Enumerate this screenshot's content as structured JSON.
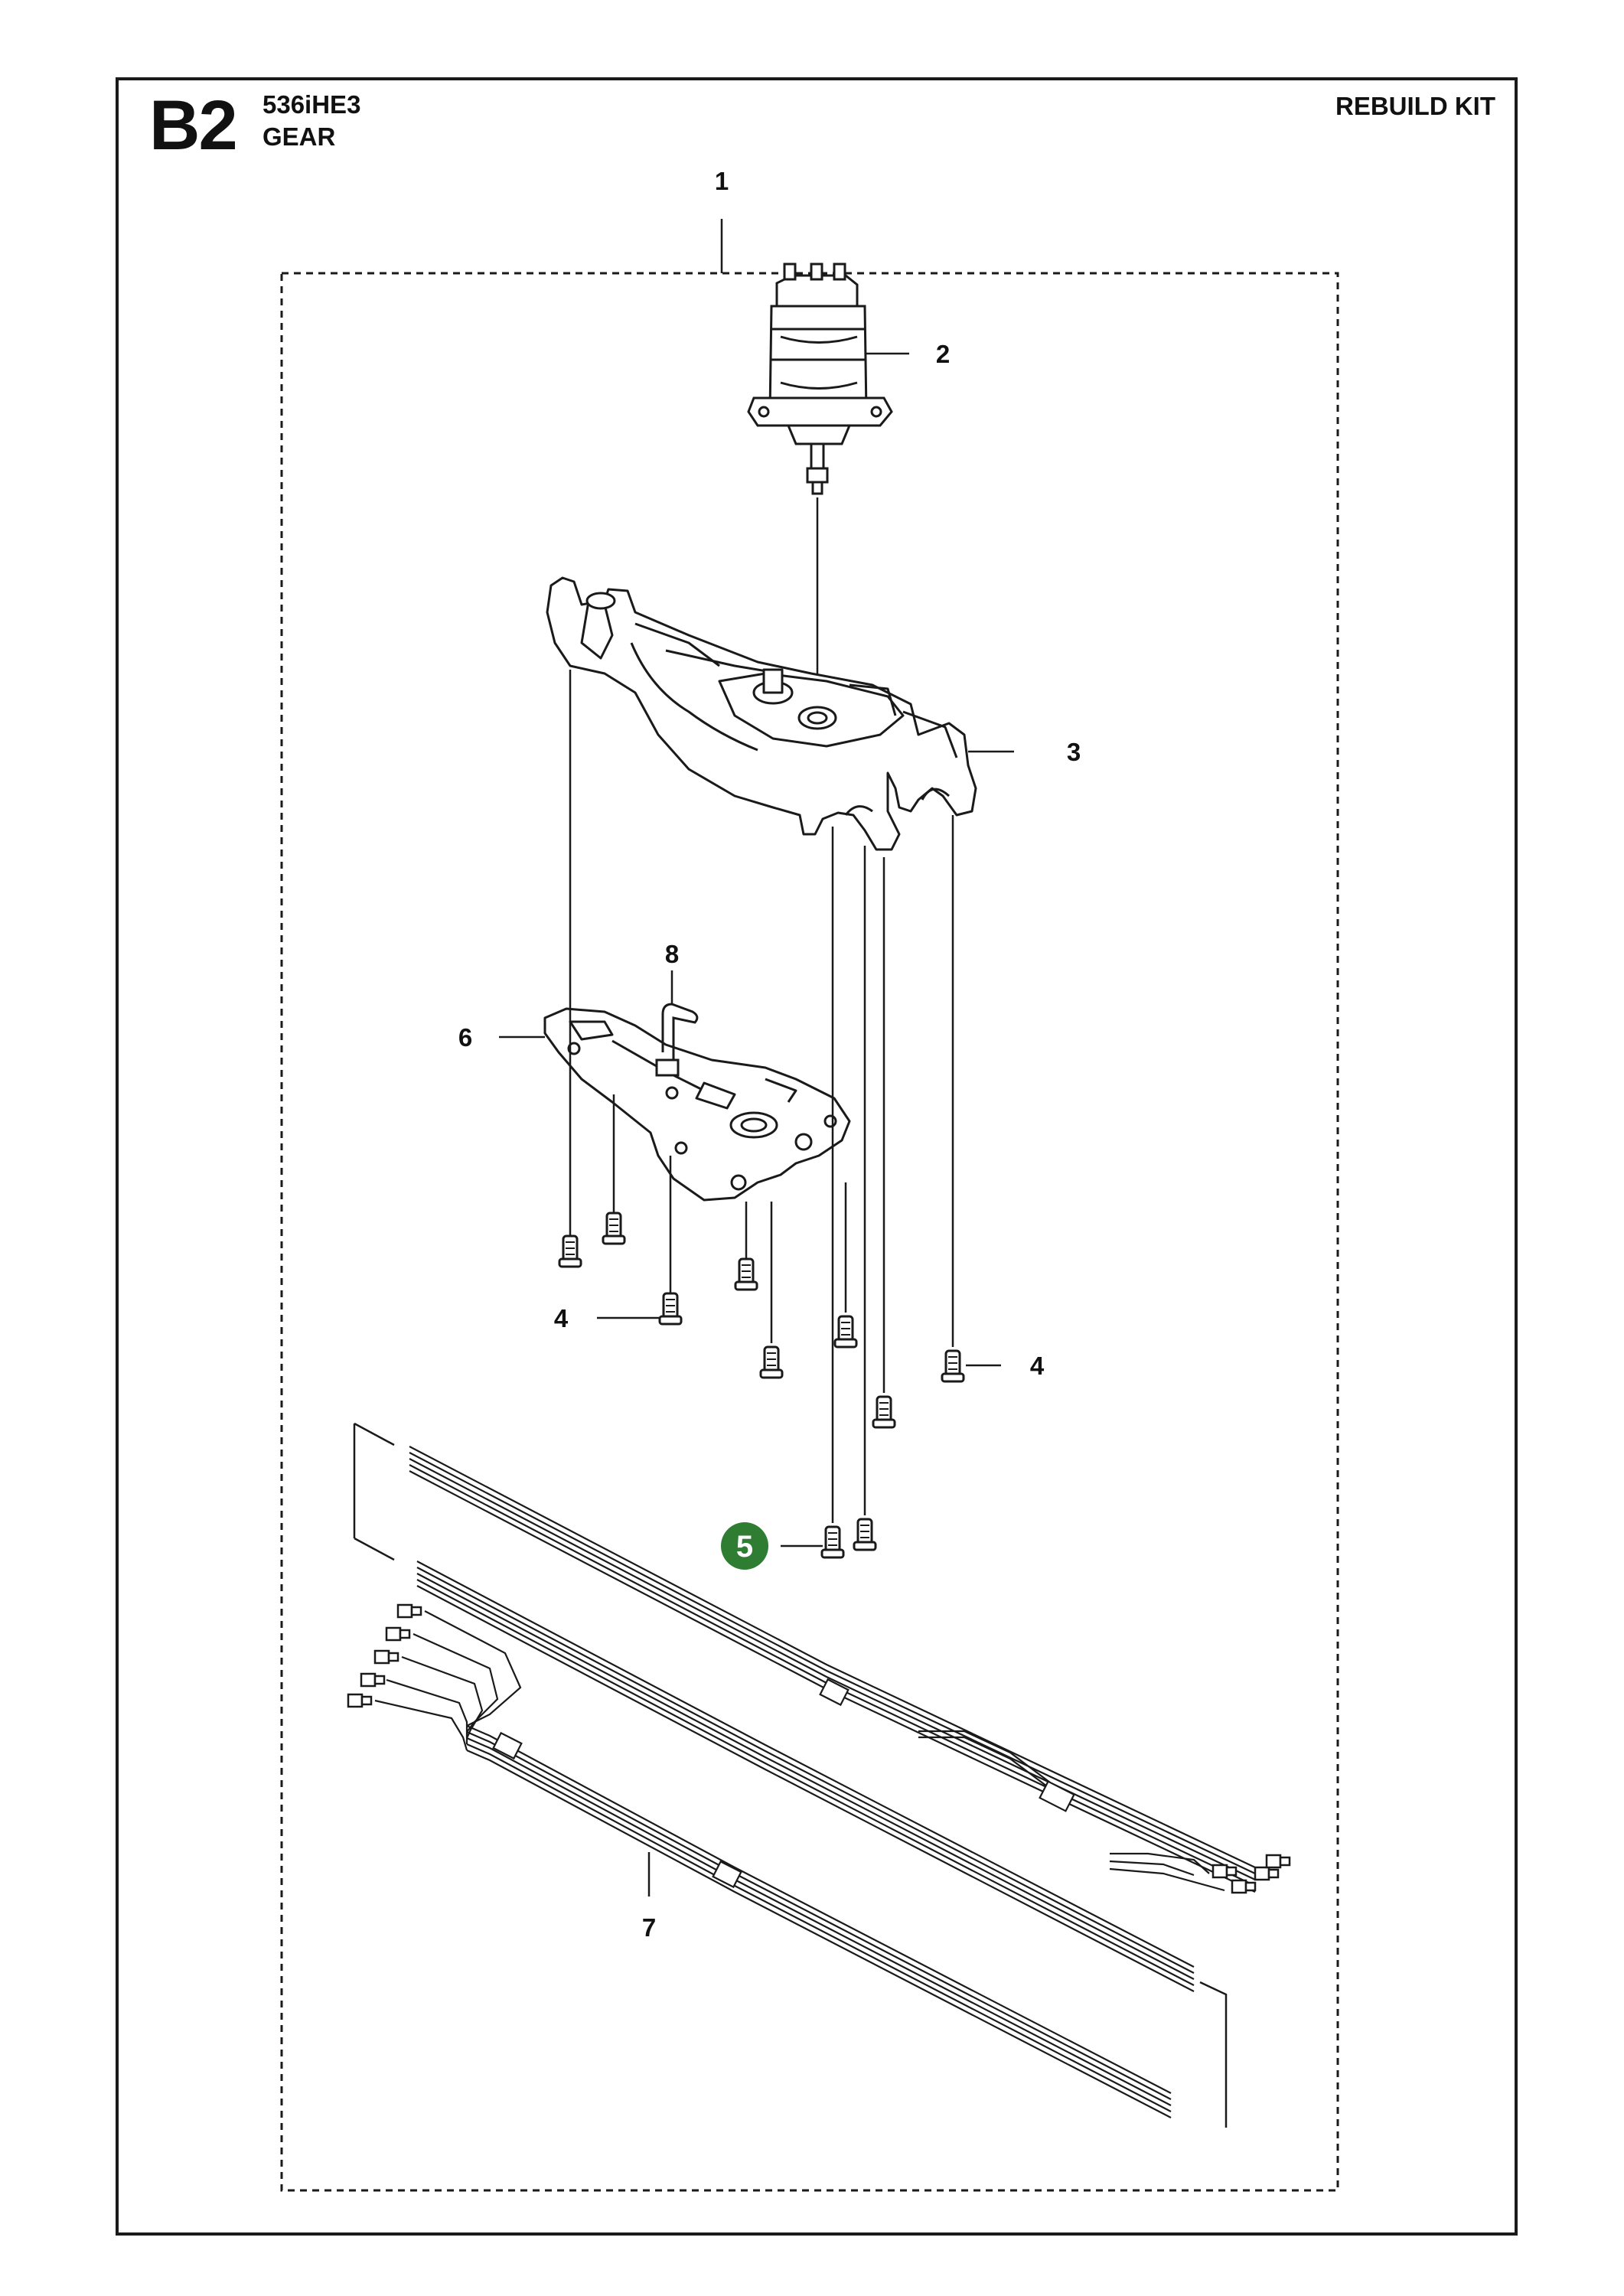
{
  "header": {
    "page_code": "B2",
    "model": "536iHE3",
    "group": "GEAR",
    "kit_title": "REBUILD KIT"
  },
  "callouts": {
    "c1": "1",
    "c2": "2",
    "c3": "3",
    "c4a": "4",
    "c4b": "4",
    "c5": "5",
    "c6": "6",
    "c7": "7",
    "c8": "8"
  },
  "colors": {
    "line": "#1a1a1a",
    "highlight": "#2e7d32",
    "highlight_text": "#ffffff"
  }
}
